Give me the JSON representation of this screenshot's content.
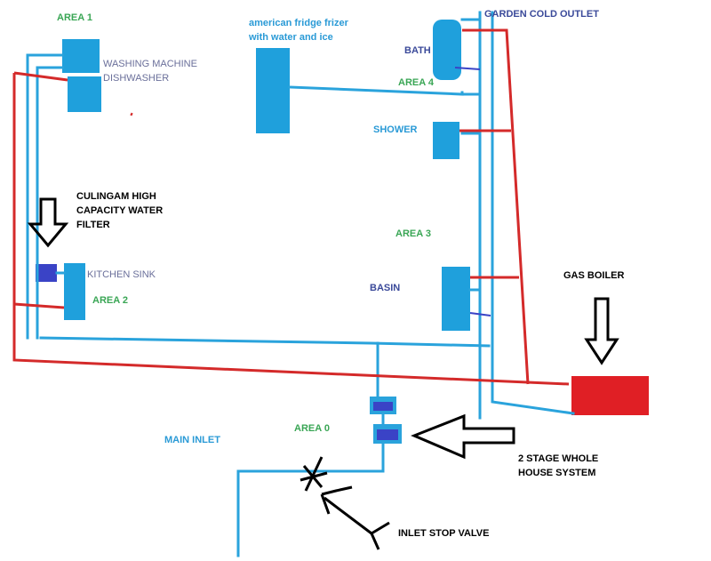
{
  "colors": {
    "cold_pipe": "#2aa3dc",
    "hot_pipe": "#d42a2a",
    "return_pipe": "#3a43c6",
    "boiler": "#e01f25",
    "appliance": "#1fa0dc",
    "filter": "#3a43c6",
    "arrow": "#000000"
  },
  "labels": {
    "area1": "AREA 1",
    "area2": "AREA 2",
    "area3": "AREA 3",
    "area4": "AREA 4",
    "area0": "AREA 0",
    "washing_machine": "WASHING MACHINE",
    "dishwasher": "DISHWASHER",
    "fridge_line1": "american fridge frizer",
    "fridge_line2": "with water and ice",
    "bath": "BATH",
    "shower": "SHOWER",
    "basin": "BASIN",
    "garden": "GARDEN COLD OUTLET",
    "filter_line1": "CULINGAM HIGH",
    "filter_line2": "CAPACITY WATER",
    "filter_line3": "FILTER",
    "kitchen_sink": "KITCHEN SINK",
    "gas_boiler": "GAS BOILER",
    "main_inlet": "MAIN INLET",
    "whole_house_line1": "2 STAGE WHOLE",
    "whole_house_line2": "HOUSE SYSTEM",
    "stop_valve": "INLET STOP VALVE"
  }
}
